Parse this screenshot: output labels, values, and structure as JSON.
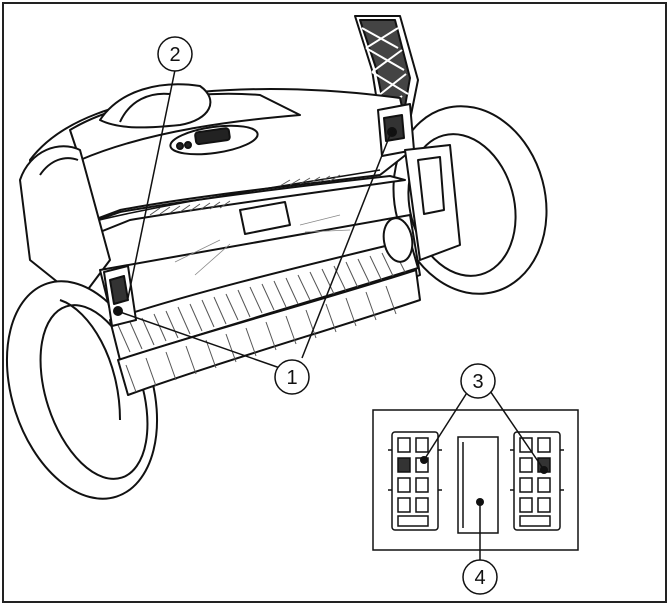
{
  "callouts": {
    "c1": "1",
    "c2": "2",
    "c3": "3",
    "c4": "4"
  },
  "colors": {
    "ink": "#111111",
    "paper": "#ffffff",
    "hatch": "#555555"
  }
}
